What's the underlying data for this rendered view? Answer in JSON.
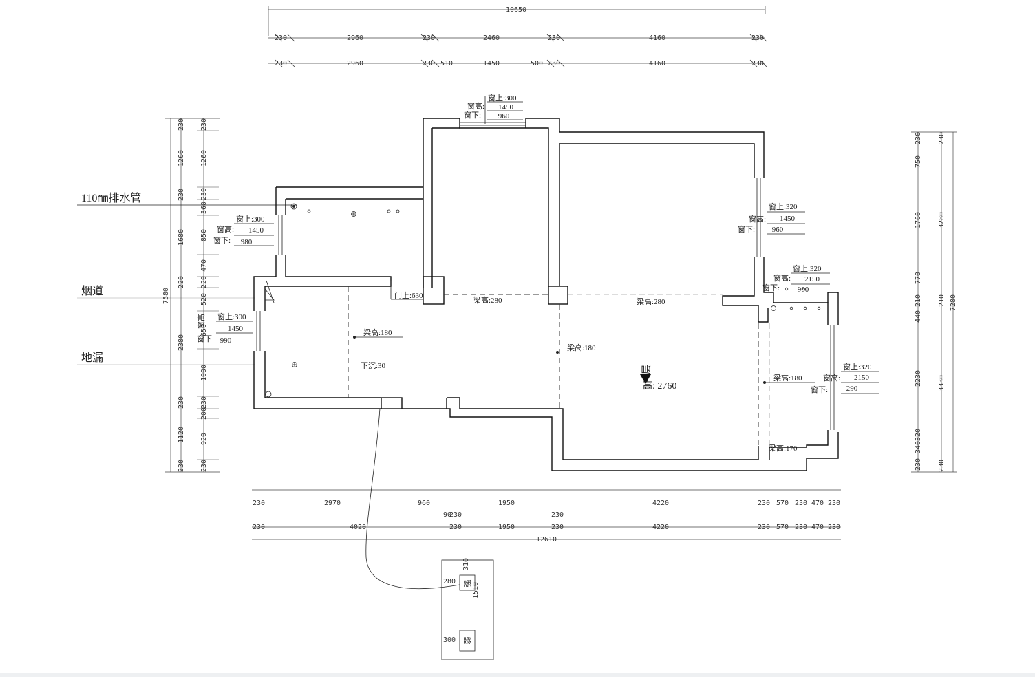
{
  "dims": {
    "top_total": "10650",
    "top_row1": [
      "230",
      "2960",
      "230",
      "2460",
      "230",
      "4160",
      "230"
    ],
    "top_row2": [
      "230",
      "2960",
      "230",
      "510",
      "1450",
      "500",
      "230",
      "4160",
      "230"
    ],
    "left_outer": [
      "230",
      "1260",
      "230",
      "1680",
      "220",
      "2380",
      "230",
      "1120",
      "230"
    ],
    "left_total": "7580",
    "left_inner": [
      "230",
      "1260",
      "230",
      "360",
      "850",
      "470",
      "220",
      "520",
      "650",
      "1000",
      "230",
      "200",
      "920",
      "230"
    ],
    "right_inner": [
      "230",
      "750",
      "1760",
      "770",
      "210",
      "440",
      "2230",
      "340",
      "320",
      "230"
    ],
    "right_outer": [
      "230",
      "3280",
      "210",
      "3330",
      "230"
    ],
    "right_total": "7280",
    "bottom_row1": [
      "230",
      "2970",
      "960",
      "90",
      "230",
      "1950",
      "230",
      "4220",
      "230",
      "570",
      "230",
      "470",
      "230"
    ],
    "bottom_row2": [
      "230",
      "4020",
      "230",
      "1950",
      "230",
      "4220",
      "230",
      "570",
      "230",
      "470",
      "230"
    ],
    "bottom_total": "12610"
  },
  "side_labels": {
    "pipe": "110㎜排水管",
    "flue": "烟道",
    "floor_drain": "地漏"
  },
  "windows": {
    "top": {
      "up": "窗上:300",
      "height_label": "窗高:",
      "height": "1450",
      "down_label": "窗下:",
      "down": "960"
    },
    "left_upper": {
      "up": "窗上:300",
      "height_label": "窗高:",
      "height": "1450",
      "down_label": "窗下:",
      "down": "980"
    },
    "left_lower": {
      "up": "窗上:300",
      "height": "1450",
      "down": "990",
      "height_label": "窗高",
      "down_label": "窗下"
    },
    "right_upper": {
      "up": "窗上:320",
      "height_label": "窗高:",
      "height": "1450",
      "down_label": "窗下:",
      "down": "960"
    },
    "right_mid": {
      "up": "窗上:320",
      "height_label": "窗高:",
      "height": "2150",
      "down_label": "窗下:",
      "down": "960"
    },
    "right_lower": {
      "up": "窗上:320",
      "height_label": "窗高:",
      "height": "2150",
      "down_label": "窗下:",
      "down": "290"
    }
  },
  "annotations": {
    "door_top": "门上:630",
    "beam_280_a": "梁高:280",
    "beam_280_b": "梁高:280",
    "beam_180_a": "梁高:180",
    "beam_180_b": "梁高:180",
    "beam_180_c": "梁高:180",
    "beam_170": "梁高:170",
    "sink": "下沉:30",
    "floor_height_label": "层",
    "floor_height": "高: 2760"
  },
  "box": {
    "strong": "强",
    "weak": "弱",
    "d310": "310",
    "d280": "280",
    "d1510": "1510",
    "d300": "300"
  }
}
